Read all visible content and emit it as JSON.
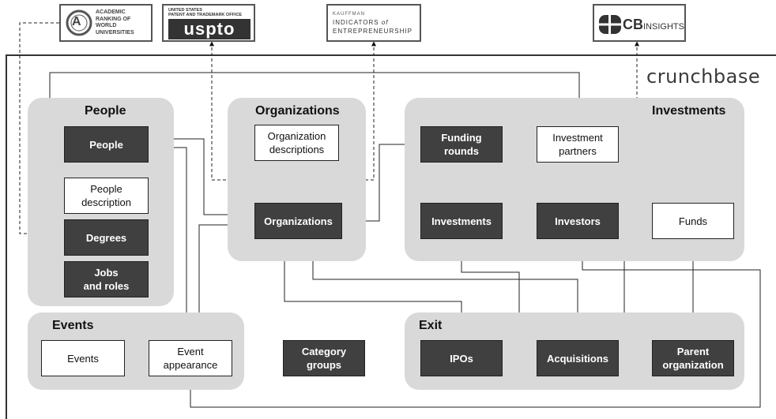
{
  "brand": {
    "name": "crunchbase"
  },
  "logos": {
    "arwu": {
      "lines": [
        "ACADEMIC",
        "RANKING OF",
        "WORLD",
        "UNIVERSITIES"
      ],
      "letter": "A"
    },
    "uspto": {
      "small": "UNITED STATES\nPATENT AND TRADEMARK OFFICE",
      "big": "uspto"
    },
    "kauffman": {
      "top": "KAUFFMAN",
      "line1": "INDICATORS",
      "of": "of",
      "line2": "ENTREPRENEURSHIP"
    },
    "cbinsights": {
      "bold": "CB",
      "rest": "INSIGHTS"
    }
  },
  "groups": {
    "people": "People",
    "organizations": "Organizations",
    "investments": "Investments",
    "events": "Events",
    "exit": "Exit"
  },
  "nodes": {
    "people": "People",
    "people_description": "People\ndescription",
    "degrees": "Degrees",
    "jobs_roles": "Jobs\nand roles",
    "org_descriptions": "Organization\ndescriptions",
    "organizations": "Organizations",
    "funding_rounds": "Funding\nrounds",
    "investment_partners": "Investment\npartners",
    "investments": "Investments",
    "investors": "Investors",
    "funds": "Funds",
    "events": "Events",
    "event_appearance": "Event\nappearance",
    "category_groups": "Category\ngroups",
    "ipos": "IPOs",
    "acquisitions": "Acquisitions",
    "parent_organization": "Parent\norganization"
  },
  "colors": {
    "dark_node": "#404040",
    "group_bg": "#d9d9d9",
    "line": "#222222"
  }
}
